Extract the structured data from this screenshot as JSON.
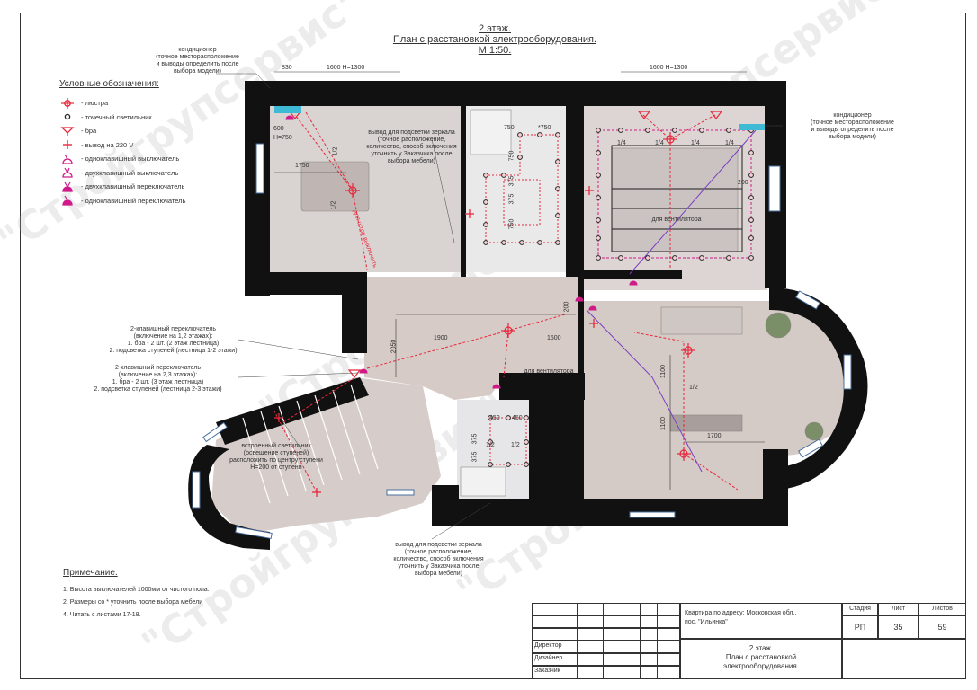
{
  "title": {
    "floor": "2 этаж.",
    "plan": "План с расстановкой электрооборудования.",
    "scale": "М 1:50."
  },
  "legend": {
    "heading": "Условные обозначения:",
    "items": [
      {
        "icon": "chandelier-icon",
        "label": "- люстра"
      },
      {
        "icon": "spotlight-icon",
        "label": "- точечный светильник"
      },
      {
        "icon": "sconce-icon",
        "label": "- бра"
      },
      {
        "icon": "outlet-220-icon",
        "label": "- вывод на 220 V"
      },
      {
        "icon": "single-switch-icon",
        "label": "- одноклавишный выключатель"
      },
      {
        "icon": "double-switch-icon",
        "label": "- двухклавишный выключатель"
      },
      {
        "icon": "double-toggle-icon",
        "label": "- двухклавишный переключатель"
      },
      {
        "icon": "single-toggle-icon",
        "label": "- одноклавишный переключатель"
      }
    ]
  },
  "annotations": {
    "ac_left": [
      "кондиционер",
      "(точное месторасположение",
      "и выводы определить после",
      "выбора модели)"
    ],
    "ac_right": [
      "кондиционер",
      "(точное месторасположение",
      "и выводы определить после",
      "выбора модели)"
    ],
    "mirror_top": [
      "вывод для подсветки зеркала",
      "(точное расположение,",
      "количество, способ включения",
      "уточнить у Заказчика после",
      "выбора мебели)"
    ],
    "mirror_bottom": [
      "вывод для подсветки зеркала",
      "(точное расположение,",
      "количество, способ включения",
      "уточнить у Заказчика после",
      "выбора мебели)"
    ],
    "switch_12": [
      "2-клавишный переключатель",
      "(включение на 1,2 этажах):",
      "1. бра - 2 шт. (2 этаж лестница)",
      "2. подсветка ступеней (лестница 1-2 этажи)"
    ],
    "switch_23": [
      "2-клавишный переключатель",
      "(включение на 2,3 этажах):",
      "1. бра - 2 шт. (3 этаж лестница)",
      "2. подсветка ступеней (лестница 2-3 этажи)"
    ],
    "built_in": [
      "встроенный светильник",
      "(освещение ступеней)",
      "расположить по центру ступени",
      "H=200 от ступени"
    ],
    "fan_top": "для вентилятора",
    "fan_mid": "для вентилятора",
    "curtain": "для штор выключить"
  },
  "dimensions": {
    "d830": "830",
    "d1600a": "1600 H=1300",
    "d1600b": "1600 H=1300",
    "d600": "600",
    "dh750": "H=750",
    "d1750": "1750",
    "d750a": "750",
    "d750b": "*750",
    "d375a": "375",
    "d375b": "375",
    "d750c": "750",
    "d750d": "750",
    "d2050": "2050",
    "d1900": "1900",
    "d1500": "1500",
    "d200a": "200",
    "d200b": "200",
    "d1100a": "1100",
    "d1100b": "1100",
    "d1700": "1700",
    "d450a": "450",
    "d450b": "450",
    "d375c": "375",
    "d375d": "375",
    "half": "1/2",
    "quarter": "1/4"
  },
  "notes": {
    "heading": "Примечание.",
    "lines": [
      "1. Высота выключателей 1000мм от чистого пола.",
      "2. Размеры со * уточнить после выбора мебели",
      "4. Читать с листами  17-18."
    ]
  },
  "title_block": {
    "address": "Квартира по адресу: Московская обл.,",
    "address2": "пос. \"Ильинка\"",
    "director": "Директор",
    "designer": "Дизайнер",
    "customer": "Заказчик",
    "stage_label": "Стадия",
    "sheet_label": "Лист",
    "sheets_label": "Листов",
    "stage": "РП",
    "sheet": "35",
    "sheets": "59",
    "sheet_title": [
      "2 этаж.",
      "План с расстановкой",
      "электрооборудования."
    ]
  },
  "watermark": "\"Стройгрупсервис\"",
  "colors": {
    "wall": "#111111",
    "floor": "#d8d0cc",
    "wiring": "#e8283c",
    "accent_switch": "#d01a8a",
    "ac_unit": "#3fbad4"
  }
}
